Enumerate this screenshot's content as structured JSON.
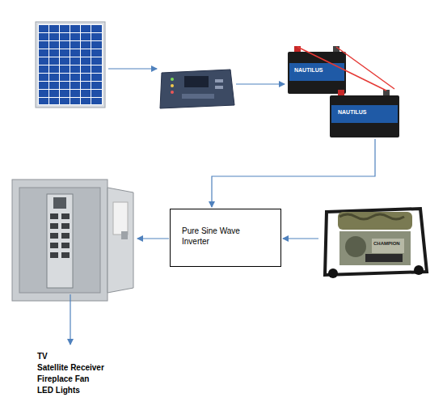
{
  "diagram": {
    "nodes": [
      {
        "text": [
          "Pure Sine Wave Inverter"
        ]
      }
    ],
    "labels": [
      "TV",
      "Satellite Receiver",
      "Fireplace Fan",
      "LED Lights",
      "NAUTILUS",
      "NAUTILUS",
      "CHAMPION"
    ]
  }
}
